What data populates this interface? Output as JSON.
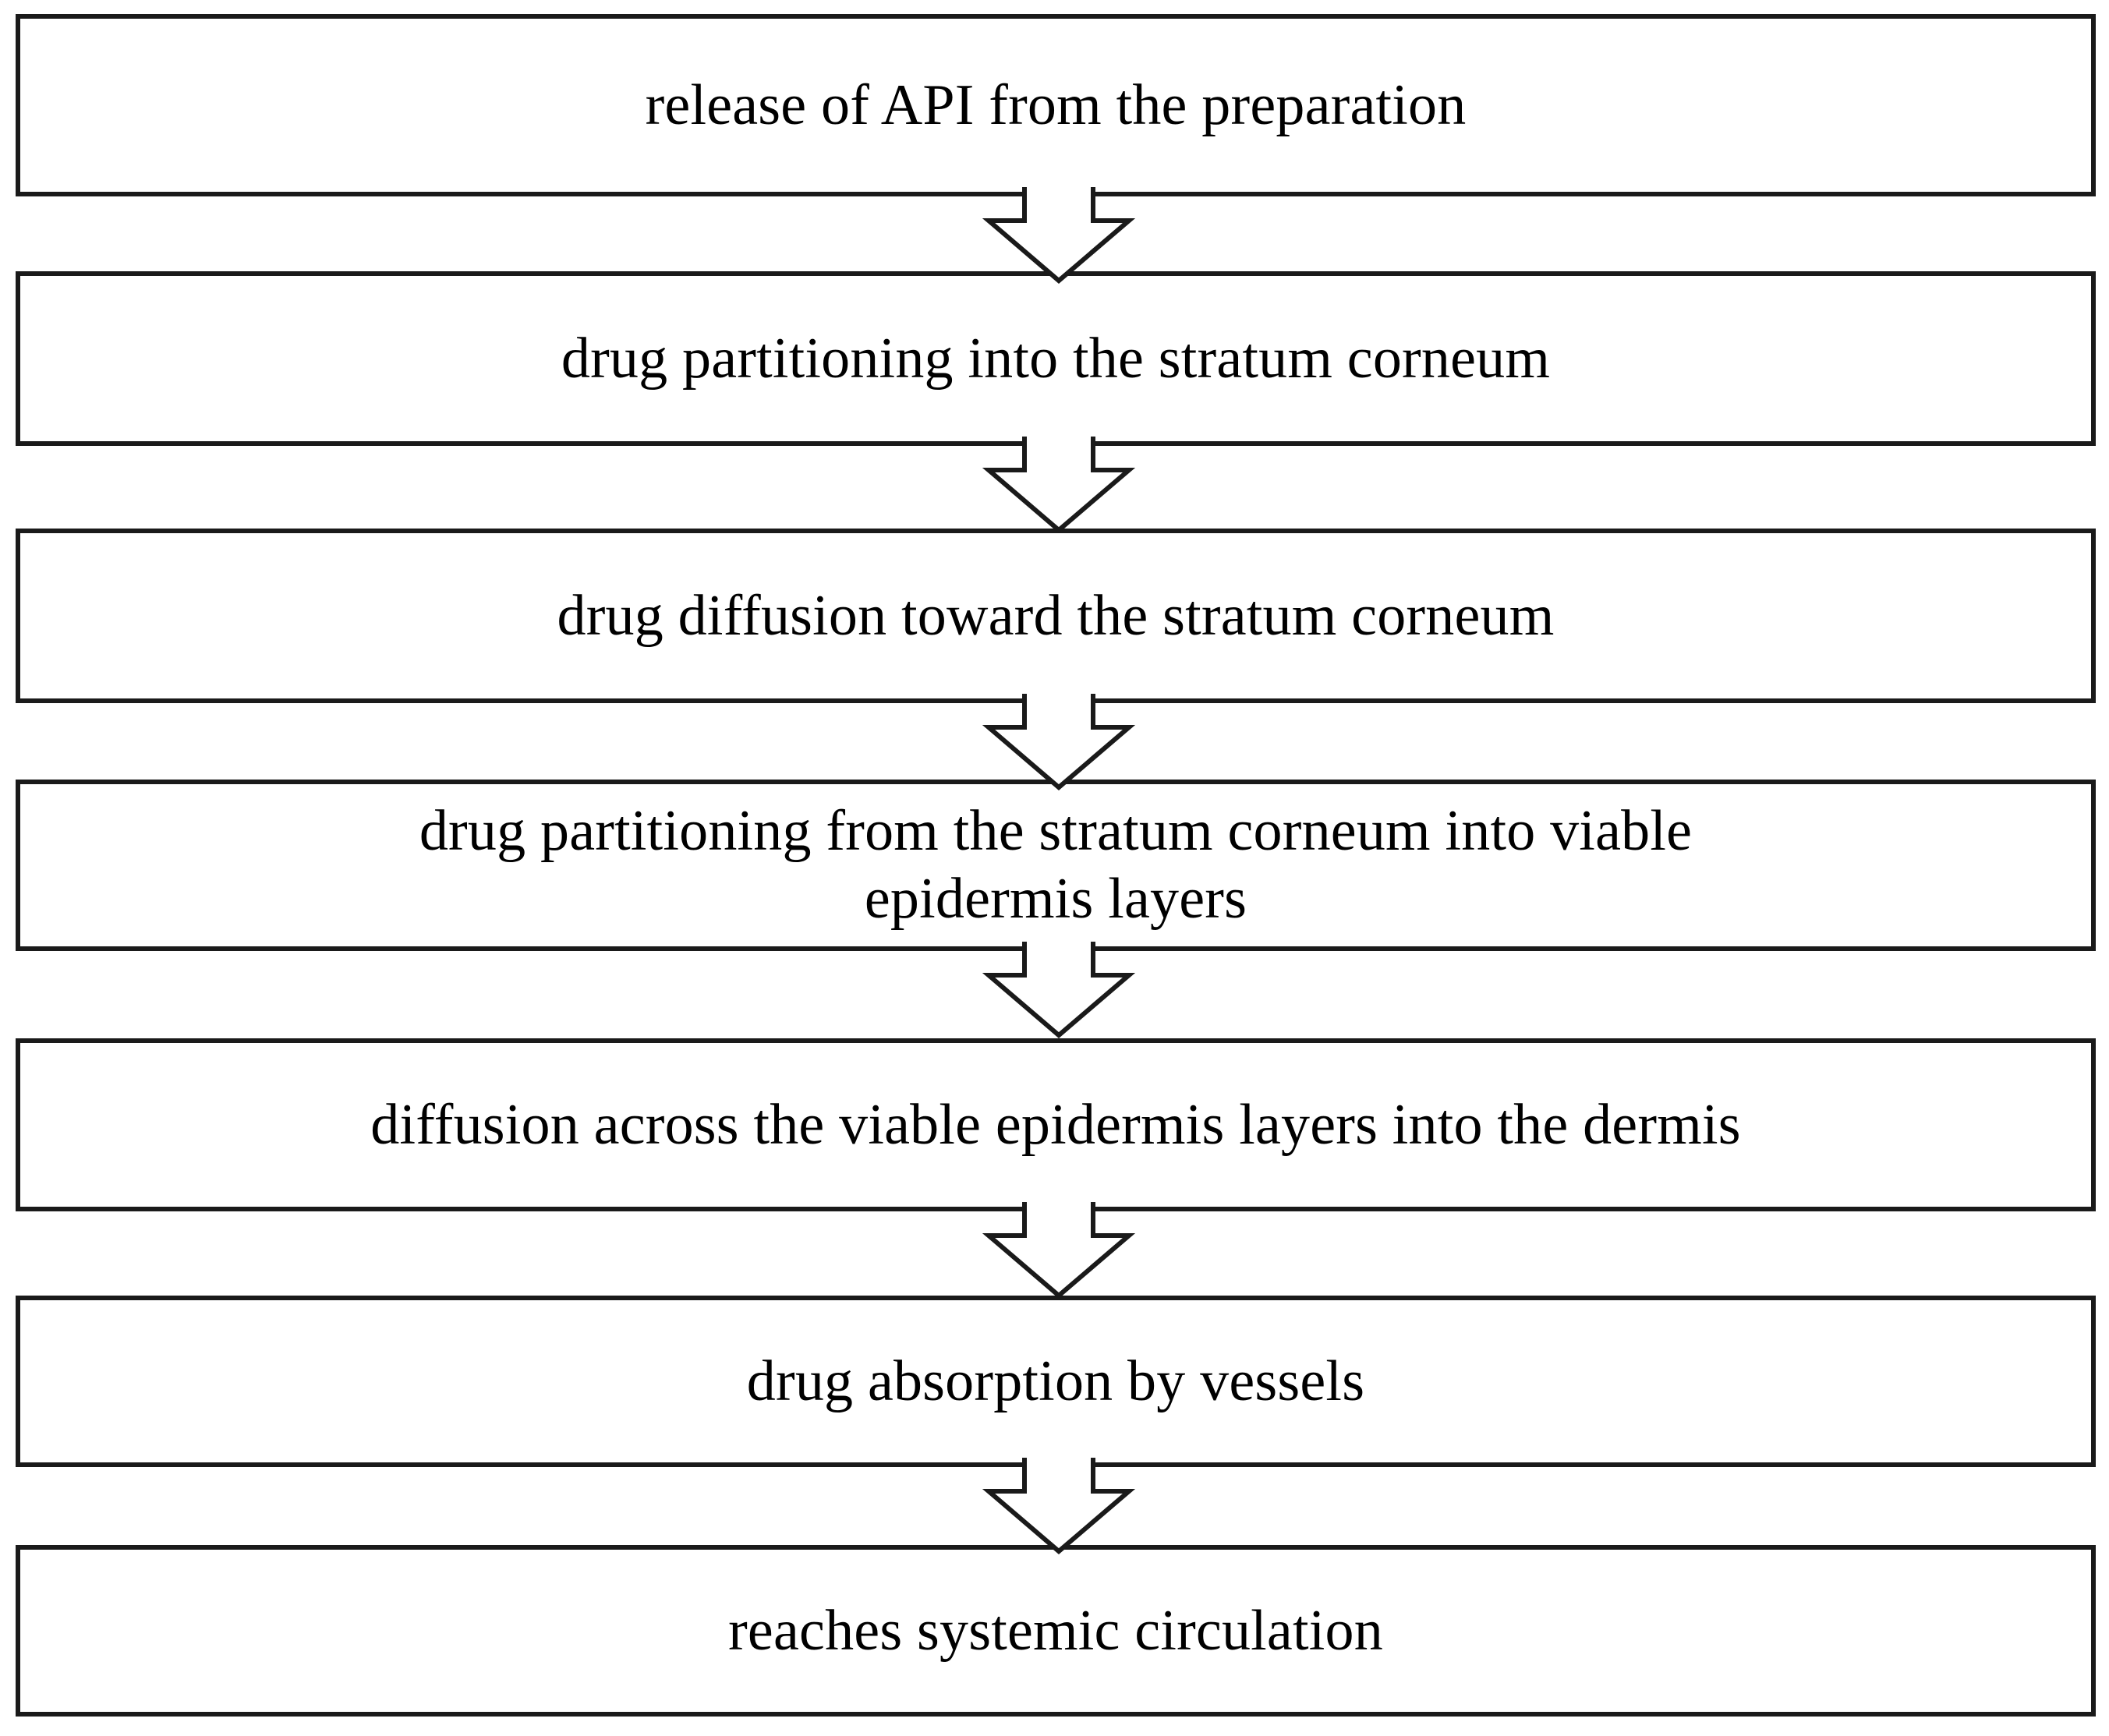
{
  "diagram": {
    "type": "flowchart",
    "orientation": "vertical-top-to-bottom",
    "background_color": "#ffffff",
    "node_border_color": "#1a1a1a",
    "node_fill_color": "#ffffff",
    "text_color": "#000000",
    "arrow_style": "outlined-block-down-arrow",
    "nodes": [
      {
        "id": "node-1",
        "label": "release of API from the preparation",
        "lines": 1
      },
      {
        "id": "node-2",
        "label": "drug partitioning into the stratum corneum",
        "lines": 1
      },
      {
        "id": "node-3",
        "label": "drug diffusion toward the stratum corneum",
        "lines": 1
      },
      {
        "id": "node-4",
        "label": "drug partitioning from the stratum corneum into viable\nepidermis layers",
        "lines": 2
      },
      {
        "id": "node-5",
        "label": "diffusion across the viable epidermis layers into the dermis",
        "lines": 1
      },
      {
        "id": "node-6",
        "label": "drug absorption by vessels",
        "lines": 1
      },
      {
        "id": "node-7",
        "label": "reaches systemic circulation",
        "lines": 1
      }
    ],
    "connectors": [
      {
        "id": "arrow-1-2",
        "from": "node-1",
        "to": "node-2",
        "direction": "down"
      },
      {
        "id": "arrow-2-3",
        "from": "node-2",
        "to": "node-3",
        "direction": "down"
      },
      {
        "id": "arrow-3-4",
        "from": "node-3",
        "to": "node-4",
        "direction": "down"
      },
      {
        "id": "arrow-4-5",
        "from": "node-4",
        "to": "node-5",
        "direction": "down"
      },
      {
        "id": "arrow-5-6",
        "from": "node-5",
        "to": "node-6",
        "direction": "down"
      },
      {
        "id": "arrow-6-7",
        "from": "node-6",
        "to": "node-7",
        "direction": "down"
      }
    ]
  }
}
